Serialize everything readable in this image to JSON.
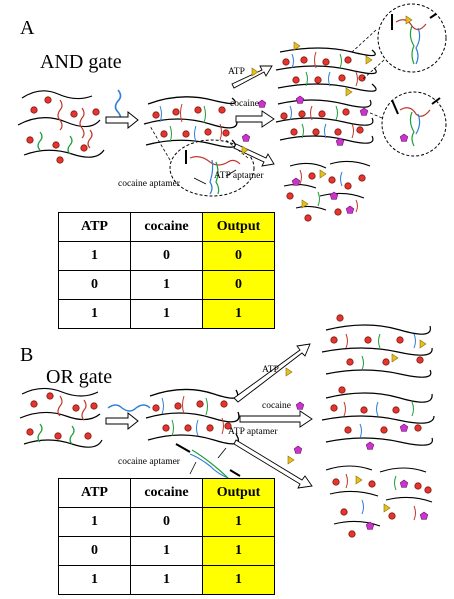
{
  "panels": [
    {
      "letter": "A",
      "gate": "AND gate",
      "labels": {
        "atp": "ATP",
        "cocaine": "cocaine",
        "cocaine_aptamer": "cocaine aptamer",
        "atp_aptamer": "ATP aptamer"
      },
      "table": {
        "headers": [
          "ATP",
          "cocaine",
          "Output"
        ],
        "rows": [
          [
            "1",
            "0",
            "0"
          ],
          [
            "0",
            "1",
            "0"
          ],
          [
            "1",
            "1",
            "1"
          ]
        ]
      }
    },
    {
      "letter": "B",
      "gate": "OR gate",
      "labels": {
        "atp": "ATP",
        "cocaine": "cocaine",
        "cocaine_aptamer": "cocaine aptamer",
        "atp_aptamer": "ATP aptamer"
      },
      "table": {
        "headers": [
          "ATP",
          "cocaine",
          "Output"
        ],
        "rows": [
          [
            "1",
            "0",
            "1"
          ],
          [
            "0",
            "1",
            "1"
          ],
          [
            "1",
            "1",
            "1"
          ]
        ]
      }
    }
  ],
  "colors": {
    "output_highlight": "#ffff00",
    "particle": "#e8342c",
    "strand_red": "#c0392b",
    "strand_green": "#1f9e3a",
    "strand_blue": "#2f7fd6",
    "atp_triangle": "#e6c020",
    "cocaine_pentagon": "#cc33cc"
  }
}
